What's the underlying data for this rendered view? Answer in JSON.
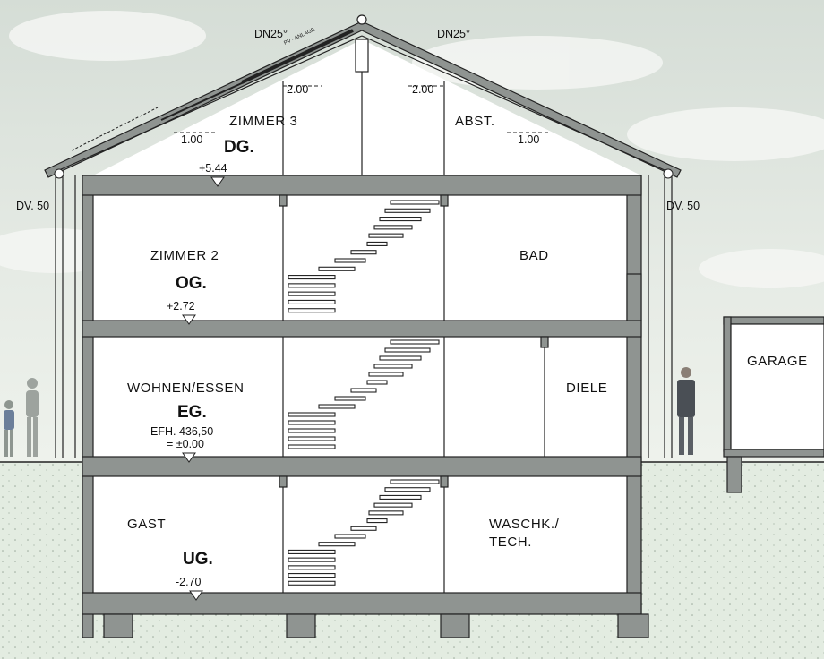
{
  "roof": {
    "pitch_left": "DN25°",
    "pitch_right": "DN25°",
    "pv_label": "PV - ANLAGE",
    "height_left_top": "2.00",
    "height_right_top": "2.00",
    "height_left_low": "1.00",
    "height_right_low": "1.00"
  },
  "wall_insulation": {
    "left": "DV. 50",
    "right": "DV. 50"
  },
  "levels": {
    "dg": {
      "room_left": "ZIMMER 3",
      "room_right": "ABST.",
      "name": "DG.",
      "elevation": "+5.44"
    },
    "og": {
      "room_left": "ZIMMER 2",
      "room_right": "BAD",
      "name": "OG.",
      "elevation": "+2.72"
    },
    "eg": {
      "room_left": "WOHNEN/ESSEN",
      "room_right": "DIELE",
      "name": "EG.",
      "elevation_line1": "EFH. 436,50",
      "elevation_line2": "= ±0.00"
    },
    "ug": {
      "room_left": "GAST",
      "room_right_line1": "WASCHK./",
      "room_right_line2": "TECH.",
      "name": "UG.",
      "elevation": "-2.70"
    }
  },
  "garage": {
    "label": "GARAGE"
  },
  "colors": {
    "sky": "#dfe6e0",
    "ground": "#e3ece1",
    "wall_fill": "#8f9491",
    "line": "#222222"
  }
}
